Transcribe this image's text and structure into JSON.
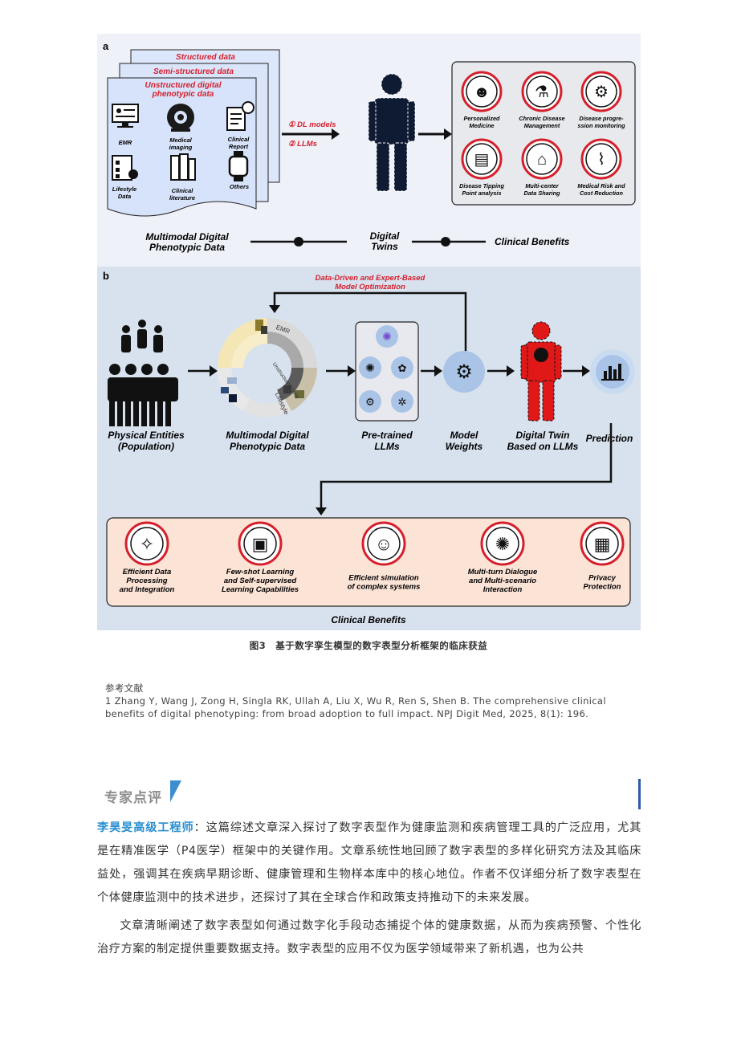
{
  "figure": {
    "panel_a": {
      "label": "a",
      "stack": {
        "structured": "Structured data",
        "semi_structured": "Semi-structured data",
        "unstructured_line1": "Unstructured digital",
        "unstructured_line2": "phenotypic data",
        "items": [
          {
            "label1": "EMR",
            "label2": "",
            "icon": "emr-monitor-icon"
          },
          {
            "label1": "Medical",
            "label2": "imaging",
            "icon": "imaging-scanner-icon"
          },
          {
            "label1": "Clinical",
            "label2": "Report",
            "icon": "clinical-report-icon"
          },
          {
            "label1": "Lifestyle",
            "label2": "Data",
            "icon": "lifestyle-checklist-icon"
          },
          {
            "label1": "Clinical",
            "label2": "literature",
            "icon": "literature-books-icon"
          },
          {
            "label1": "Others",
            "label2": "",
            "icon": "smartwatch-icon"
          }
        ]
      },
      "arrow_label_1": "① DL models",
      "arrow_label_2": "② LLMs",
      "benefits": [
        {
          "line1": "Personalized",
          "line2": "Medicine"
        },
        {
          "line1": "Chronic Disease",
          "line2": "Management"
        },
        {
          "line1": "Disease progre-",
          "line2": "ssion monitoring"
        },
        {
          "line1": "Disease Tipping",
          "line2": "Point analysis"
        },
        {
          "line1": "Multi-center",
          "line2": "Data Sharing"
        },
        {
          "line1": "Medical Risk and",
          "line2": "Cost Reduction"
        }
      ],
      "legend": {
        "left_line1": "Multimodal Digital",
        "left_line2": "Phenotypic Data",
        "mid_line1": "Digital",
        "mid_line2": "Twins",
        "right": "Clinical Benefits"
      }
    },
    "panel_b": {
      "label": "b",
      "loop_line1": "Data-Driven and Expert-Based",
      "loop_line2": "Model Optimization",
      "sunburst": {
        "ring1": "EMR",
        "ring2": "Lifestyle",
        "inner": "Unstructured Data"
      },
      "steps": [
        {
          "line1": "Physical Entities",
          "line2": "(Population)"
        },
        {
          "line1": "Multimodal Digital",
          "line2": "Phenotypic Data"
        },
        {
          "line1": "Pre-trained",
          "line2": "LLMs"
        },
        {
          "line1": "Model",
          "line2": "Weights"
        },
        {
          "line1": "Digital Twin",
          "line2": "Based on LLMs"
        },
        {
          "line1": "Prediction",
          "line2": ""
        }
      ],
      "benefits": [
        {
          "line1": "Efficient Data",
          "line2": "Processing",
          "line3": "and Integration"
        },
        {
          "line1": "Few-shot Learning",
          "line2": "and Self-supervised",
          "line3": "Learning Capabilities"
        },
        {
          "line1": "Efficient simulation",
          "line2": "of complex systems",
          "line3": ""
        },
        {
          "line1": "Multi-turn Dialogue",
          "line2": "and Multi-scenario",
          "line3": "Interaction"
        },
        {
          "line1": "Privacy",
          "line2": "Protection",
          "line3": ""
        }
      ],
      "footer": "Clinical Benefits"
    },
    "colors": {
      "red": "#d61f2c",
      "panel_a_bg": "#eef1f8",
      "panel_b_bg": "#d8e2ee",
      "benefit_bg": "#fbe3d6",
      "navy": "#0f1a33"
    }
  },
  "caption": "图3　基于数字孪生模型的数字表型分析框架的临床获益",
  "references": {
    "heading": "参考文献",
    "items": [
      "1 Zhang Y, Wang J, Zong H, Singla RK, Ullah A, Liu X, Wu R, Ren S, Shen B. The comprehensive clinical benefits of digital phenotyping: from broad adoption to full impact. NPJ Digit Med, 2025, 8(1): 196."
    ]
  },
  "expert_review": {
    "title": "专家点评",
    "author": "李昊旻高级工程师",
    "para1": "：这篇综述文章深入探讨了数字表型作为健康监测和疾病管理工具的广泛应用，尤其是在精准医学（P4医学）框架中的关键作用。文章系统性地回顾了数字表型的多样化研究方法及其临床益处，强调其在疾病早期诊断、健康管理和生物样本库中的核心地位。作者不仅详细分析了数字表型在个体健康监测中的技术进步，还探讨了其在全球合作和政策支持推动下的未来发展。",
    "para2": "文章清晰阐述了数字表型如何通过数字化手段动态捕捉个体的健康数据，从而为疾病预警、个性化治疗方案的制定提供重要数据支持。数字表型的应用不仅为医学领域带来了新机遇，也为公共"
  }
}
